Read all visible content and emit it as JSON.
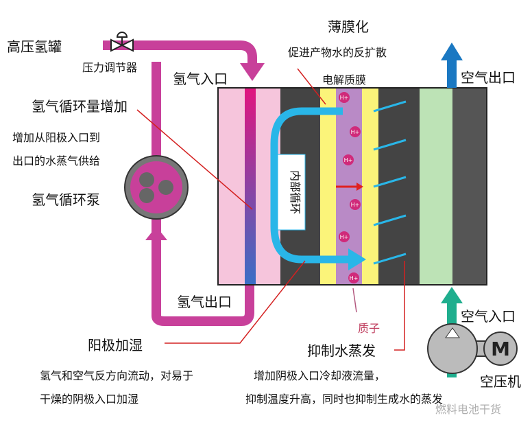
{
  "labels": {
    "tank": "高压氢罐",
    "regulator": "压力调节器",
    "h2_in": "氢气入口",
    "recirc_increase": "氢气循环量增加",
    "recirc_desc1": "增加从阳极入口到",
    "recirc_desc2": "出口的水蒸气供给",
    "pump": "氢气循环泵",
    "h2_out": "氢气出口",
    "thin_film": "薄膜化",
    "thin_desc": "促进产物水的反扩散",
    "electrolyte": "电解质膜",
    "air_out": "空气出口",
    "internal_loop": "内部循环",
    "proton_label": "质子",
    "proton": "H+",
    "anode_humid": "阳极加湿",
    "anode_desc1": "氢气和空气反方向流动，对易于",
    "anode_desc2": "干燥的阴极入口加湿",
    "suppress_evap": "抑制水蒸发",
    "suppress_desc1": "增加阴极入口冷却液流量，",
    "suppress_desc2": "抑制温度升高，同时也抑制生成水的蒸发",
    "air_in": "空气入口",
    "compressor": "空压机",
    "motor": "M",
    "watermark": "燃料电池干货"
  },
  "colors": {
    "hydrogen": "#c8409a",
    "air_out": "#1a78c2",
    "air_in": "#1fae8e",
    "loop": "#29b6e8",
    "leader": "#d42020"
  }
}
